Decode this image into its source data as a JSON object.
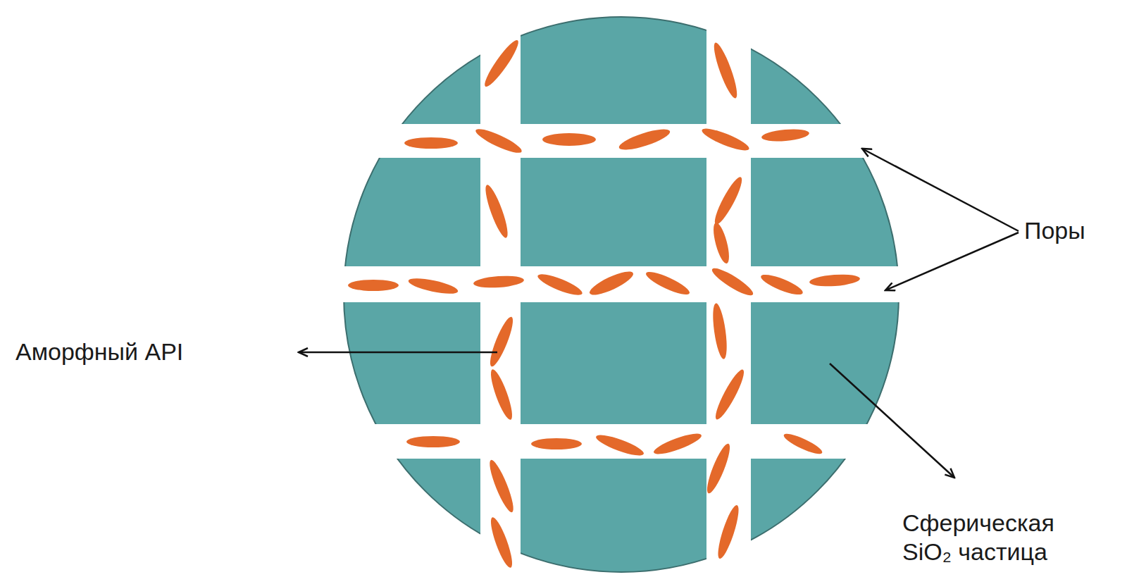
{
  "diagram": {
    "labels": [
      "Поры",
      "Аморфный API",
      "Сферическая SiO₂ частица"
    ]
  }
}
